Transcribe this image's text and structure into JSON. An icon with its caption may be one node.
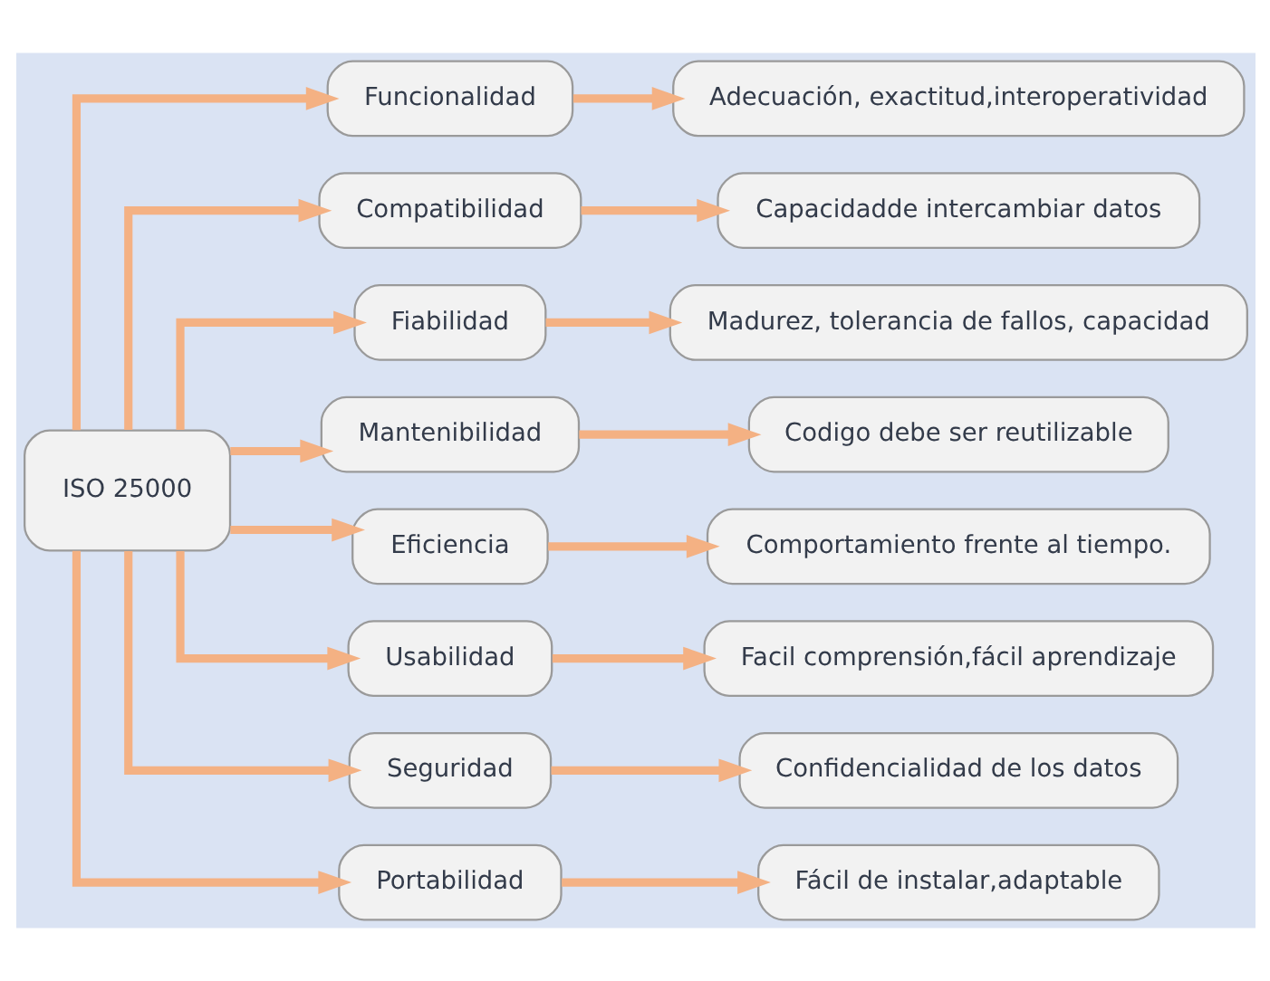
{
  "diagram": {
    "nodes": [
      {
        "text": [
          "ISO 25000"
        ]
      },
      {
        "text": [
          "Funcionalidad"
        ]
      },
      {
        "text": [
          "Adecuación, exactitud,interoperatividad"
        ]
      },
      {
        "text": [
          "Compatibilidad"
        ]
      },
      {
        "text": [
          "Capacidadde intercambiar datos"
        ]
      },
      {
        "text": [
          "Fiabilidad"
        ]
      },
      {
        "text": [
          "Madurez, tolerancia de fallos, capacidad"
        ]
      },
      {
        "text": [
          "Mantenibilidad"
        ]
      },
      {
        "text": [
          "Codigo debe ser reutilizable"
        ]
      },
      {
        "text": [
          "Eficiencia"
        ]
      },
      {
        "text": [
          "Comportamiento frente al tiempo."
        ]
      },
      {
        "text": [
          "Usabilidad"
        ]
      },
      {
        "text": [
          "Facil comprensión,fácil aprendizaje"
        ]
      },
      {
        "text": [
          "Seguridad"
        ]
      },
      {
        "text": [
          "Confidencialidad de los datos"
        ]
      },
      {
        "text": [
          "Portabilidad"
        ]
      },
      {
        "text": [
          "Fácil de instalar,adaptable"
        ]
      }
    ],
    "edges": [
      {
        "from": 0,
        "to": 1,
        "arrow": "to"
      },
      {
        "from": 1,
        "to": 2,
        "arrow": "to"
      },
      {
        "from": 0,
        "to": 3,
        "arrow": "to"
      },
      {
        "from": 3,
        "to": 4,
        "arrow": "to"
      },
      {
        "from": 0,
        "to": 5,
        "arrow": "to"
      },
      {
        "from": 5,
        "to": 6,
        "arrow": "to"
      },
      {
        "from": 0,
        "to": 7,
        "arrow": "to"
      },
      {
        "from": 7,
        "to": 8,
        "arrow": "to"
      },
      {
        "from": 0,
        "to": 9,
        "arrow": "to"
      },
      {
        "from": 9,
        "to": 10,
        "arrow": "to"
      },
      {
        "from": 0,
        "to": 11,
        "arrow": "to"
      },
      {
        "from": 11,
        "to": 12,
        "arrow": "to"
      },
      {
        "from": 0,
        "to": 13,
        "arrow": "to"
      },
      {
        "from": 13,
        "to": 14,
        "arrow": "to"
      },
      {
        "from": 0,
        "to": 15,
        "arrow": "to"
      },
      {
        "from": 15,
        "to": 16,
        "arrow": "to"
      }
    ]
  }
}
